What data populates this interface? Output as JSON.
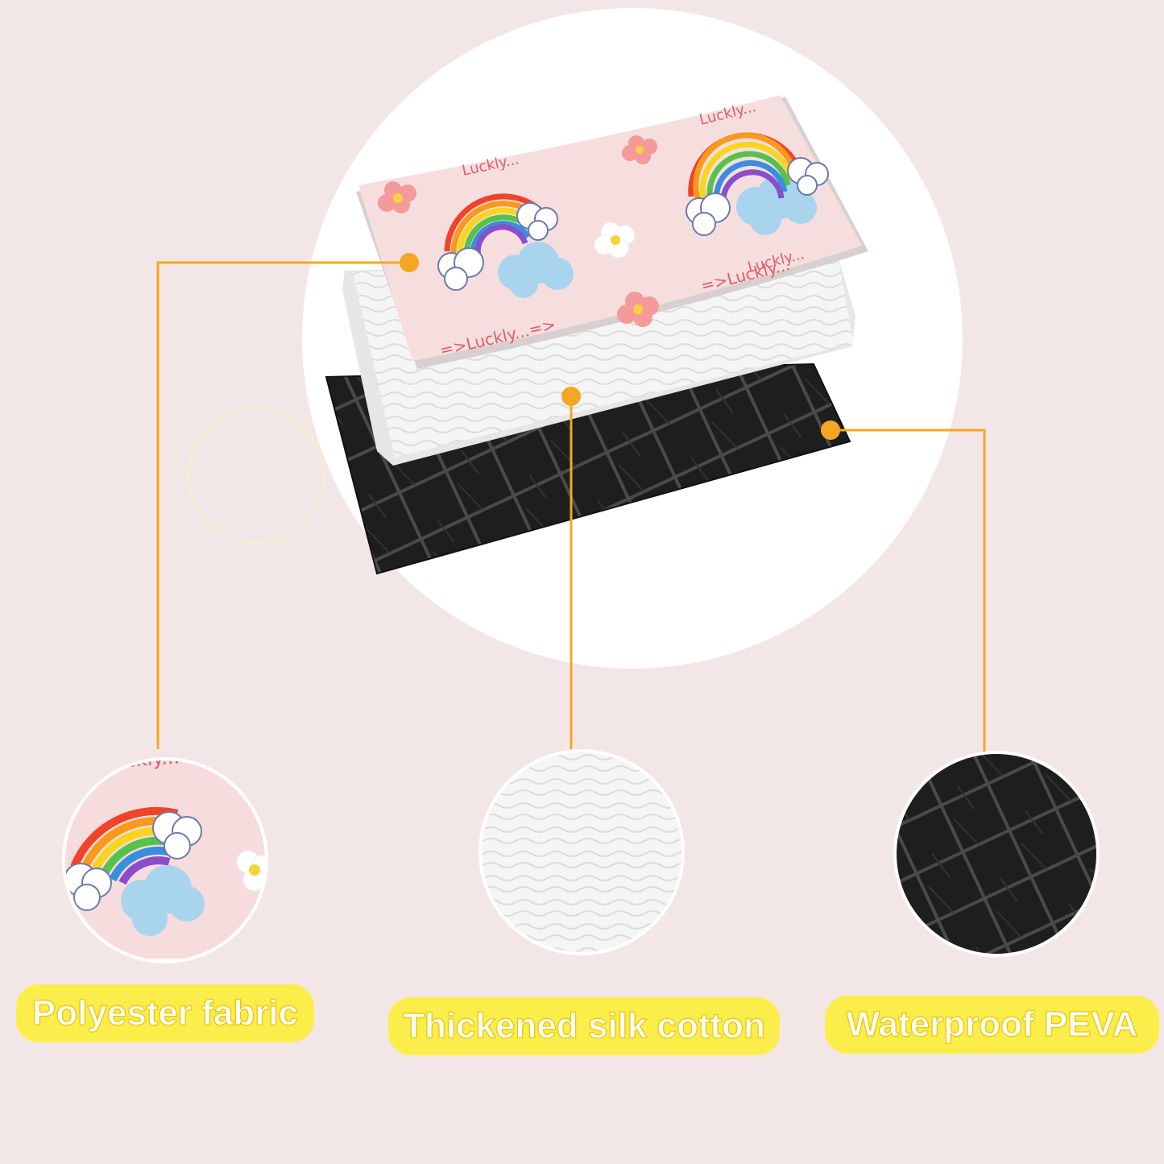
{
  "colors": {
    "background": "#f3e6e6",
    "accent_line": "#f5a623",
    "label_bg": "#fcee4a",
    "label_text": "#ffffff",
    "pink_fabric": "#f6dcdc",
    "white_cotton": "#f4f4f4",
    "black_peva": "#1c1c1c"
  },
  "fabric_print": {
    "text_1": "Luckly...",
    "text_2": "Luckly...",
    "text_3": "=>Luckly...=>",
    "text_4": "=>Luckly...",
    "text_5": "Luckly...",
    "zoom_text": "Luckly..."
  },
  "layers": [
    {
      "name": "Polyester fabric",
      "label": "Polyester fabric"
    },
    {
      "name": "Thickened silk cotton",
      "label": "Thickened silk cotton"
    },
    {
      "name": "Waterproof PEVA",
      "label": "Waterproof PEVA"
    }
  ]
}
